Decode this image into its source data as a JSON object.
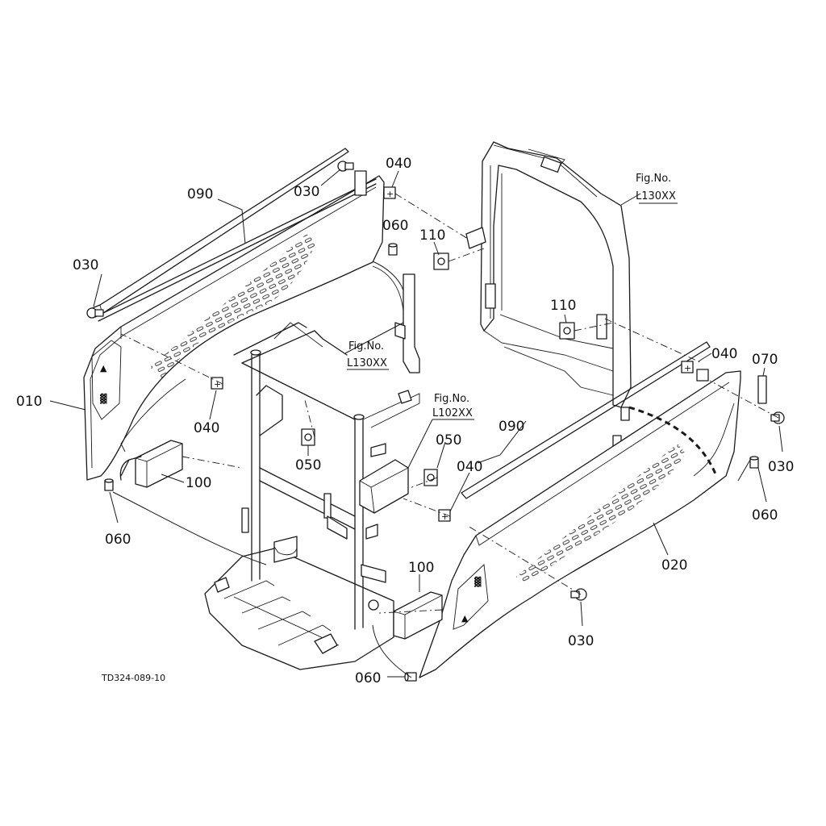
{
  "drawing_code": "TD324-089-10",
  "callouts": {
    "c010": "010",
    "c020": "020",
    "c030_a": "030",
    "c030_b": "030",
    "c030_c": "030",
    "c030_d": "030",
    "c040_a": "040",
    "c040_b": "040",
    "c040_c": "040",
    "c040_d": "040",
    "c050_a": "050",
    "c050_b": "050",
    "c060_a": "060",
    "c060_b": "060",
    "c060_c": "060",
    "c060_d": "060",
    "c070": "070",
    "c090_a": "090",
    "c090_b": "090",
    "c100_a": "100",
    "c100_b": "100",
    "c110_a": "110",
    "c110_b": "110"
  },
  "figure_refs": {
    "ref1": {
      "caption": "Fig.No.",
      "number": "L130XX"
    },
    "ref2": {
      "caption": "Fig.No.",
      "number": "L130XX"
    },
    "ref3": {
      "caption": "Fig.No.",
      "number": "L102XX"
    }
  }
}
